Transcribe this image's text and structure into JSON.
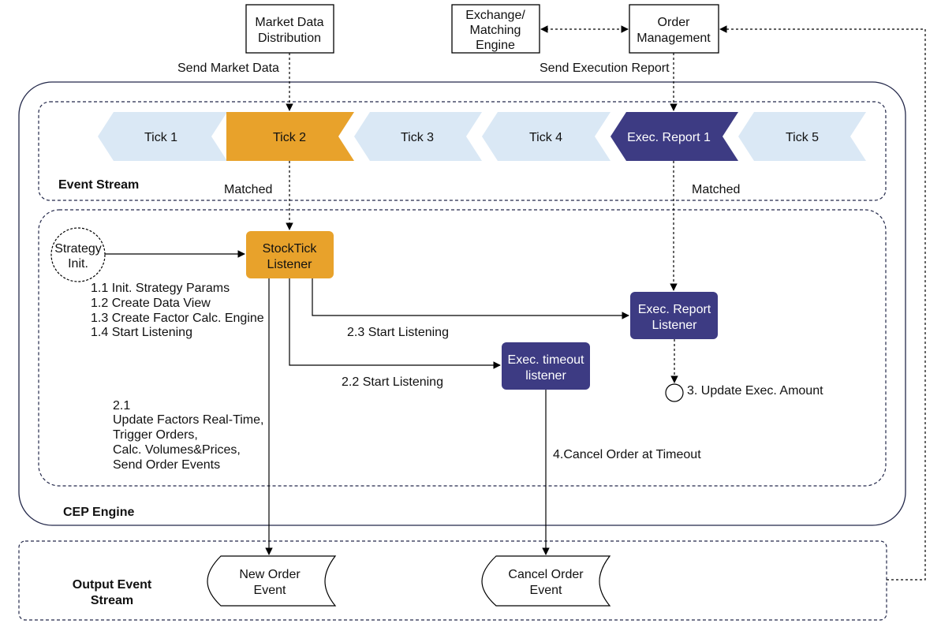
{
  "nodes": {
    "market_data": [
      "Market Data",
      "Distribution"
    ],
    "exchange": [
      "Exchange/",
      "Matching",
      "Engine"
    ],
    "order_mgmt": [
      "Order",
      "Management"
    ],
    "strategy_init": [
      "Strategy",
      "Init."
    ],
    "stocktick_listener": [
      "StockTick",
      "Listener"
    ],
    "exec_report_listener": [
      "Exec. Report",
      "Listener"
    ],
    "exec_timeout_listener": [
      "Exec. timeout",
      "listener"
    ],
    "new_order_event": [
      "New Order",
      "Event"
    ],
    "cancel_order_event": [
      "Cancel Order",
      "Event"
    ]
  },
  "event_stream": {
    "title": "Event Stream",
    "items": [
      "Tick 1",
      "Tick 2",
      "Tick 3",
      "Tick 4",
      "Exec. Report 1",
      "Tick 5"
    ]
  },
  "containers": {
    "cep_engine": "CEP Engine",
    "output_stream": [
      "Output Event",
      "Stream"
    ]
  },
  "edge_labels": {
    "send_market_data": "Send Market Data",
    "send_execution_report": "Send Execution Report",
    "matched_left": "Matched",
    "matched_right": "Matched",
    "init_steps": [
      "1.1 Init. Strategy Params",
      "1.2 Create Data View",
      "1.3 Create Factor Calc. Engine",
      "1.4 Start Listening"
    ],
    "start_listening_23": "2.3 Start Listening",
    "start_listening_22": "2.2 Start Listening",
    "update_exec_amount": "3. Update Exec. Amount",
    "update_factors": [
      "2.1",
      "Update Factors Real-Time,",
      "Trigger Orders,",
      "Calc. Volumes&Prices,",
      "Send Order Events"
    ],
    "cancel_order_timeout": "4.Cancel Order at Timeout"
  },
  "colors": {
    "orange": "#E8A22B",
    "navy": "#3D3B83",
    "light_blue": "#DAE8F5",
    "line": "#000000"
  }
}
